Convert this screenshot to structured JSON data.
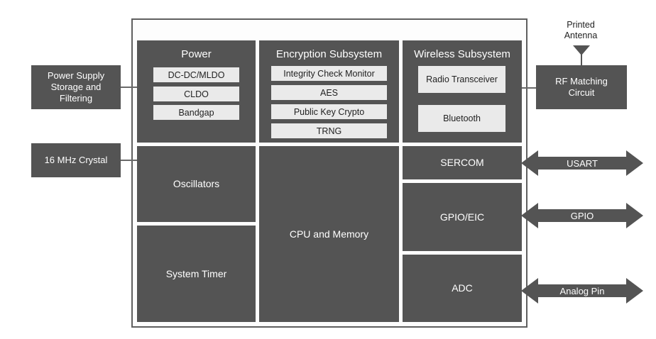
{
  "blocks": {
    "power": {
      "title": "Power",
      "items": [
        "DC-DC/MLDO",
        "CLDO",
        "Bandgap"
      ]
    },
    "encryption": {
      "title": "Encryption Subsystem",
      "items": [
        "Integrity Check Monitor",
        "AES",
        "Public Key Crypto",
        "TRNG"
      ]
    },
    "wireless": {
      "title": "Wireless Subsystem",
      "items": [
        "Radio Transceiver",
        "Bluetooth"
      ]
    },
    "oscillators": "Oscillators",
    "system_timer": "System Timer",
    "cpu_memory": "CPU and Memory",
    "sercom": "SERCOM",
    "gpio_eic": "GPIO/EIC",
    "adc": "ADC"
  },
  "external": {
    "power_supply": "Power Supply\nStorage and\nFiltering",
    "crystal": "16 MHz Crystal",
    "rf_matching": "RF Matching\nCircuit",
    "antenna": "Printed\nAntenna"
  },
  "arrows": {
    "usart": "USART",
    "gpio": "GPIO",
    "analog": "Analog Pin"
  },
  "colors": {
    "block": "#545454",
    "chip": "#eaeaea",
    "border": "#5f5f5f"
  }
}
